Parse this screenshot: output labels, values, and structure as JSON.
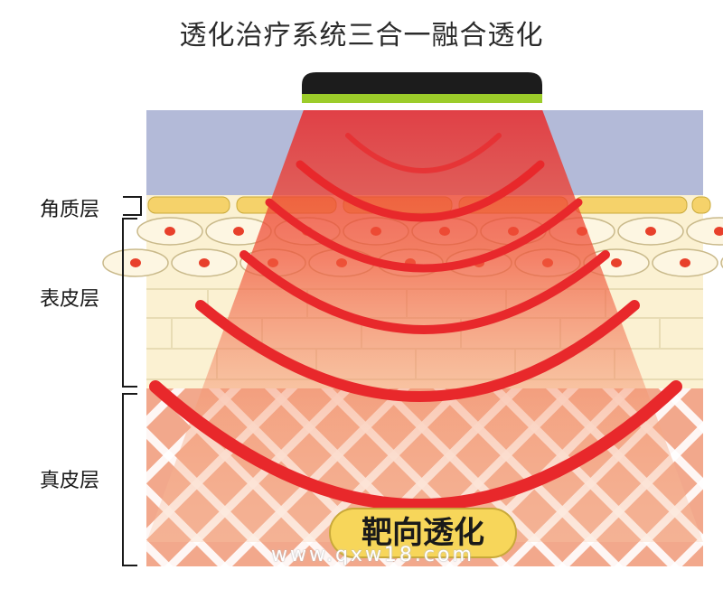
{
  "title": "透化治疗系统三合一融合透化",
  "layers": {
    "stratum_corneum": "角质层",
    "epidermis": "表皮层",
    "dermis": "真皮层"
  },
  "target_label": "靶向透化",
  "watermark": "www.qxw18.com",
  "colors": {
    "air": "#b3bad8",
    "corneum": "#f5d26a",
    "epidermis": "#fbf1d2",
    "dermis": "#f5b79e",
    "beam": "#e8282b",
    "probe": "#1c1c1c",
    "probe_stripe": "#9ccc2a"
  }
}
